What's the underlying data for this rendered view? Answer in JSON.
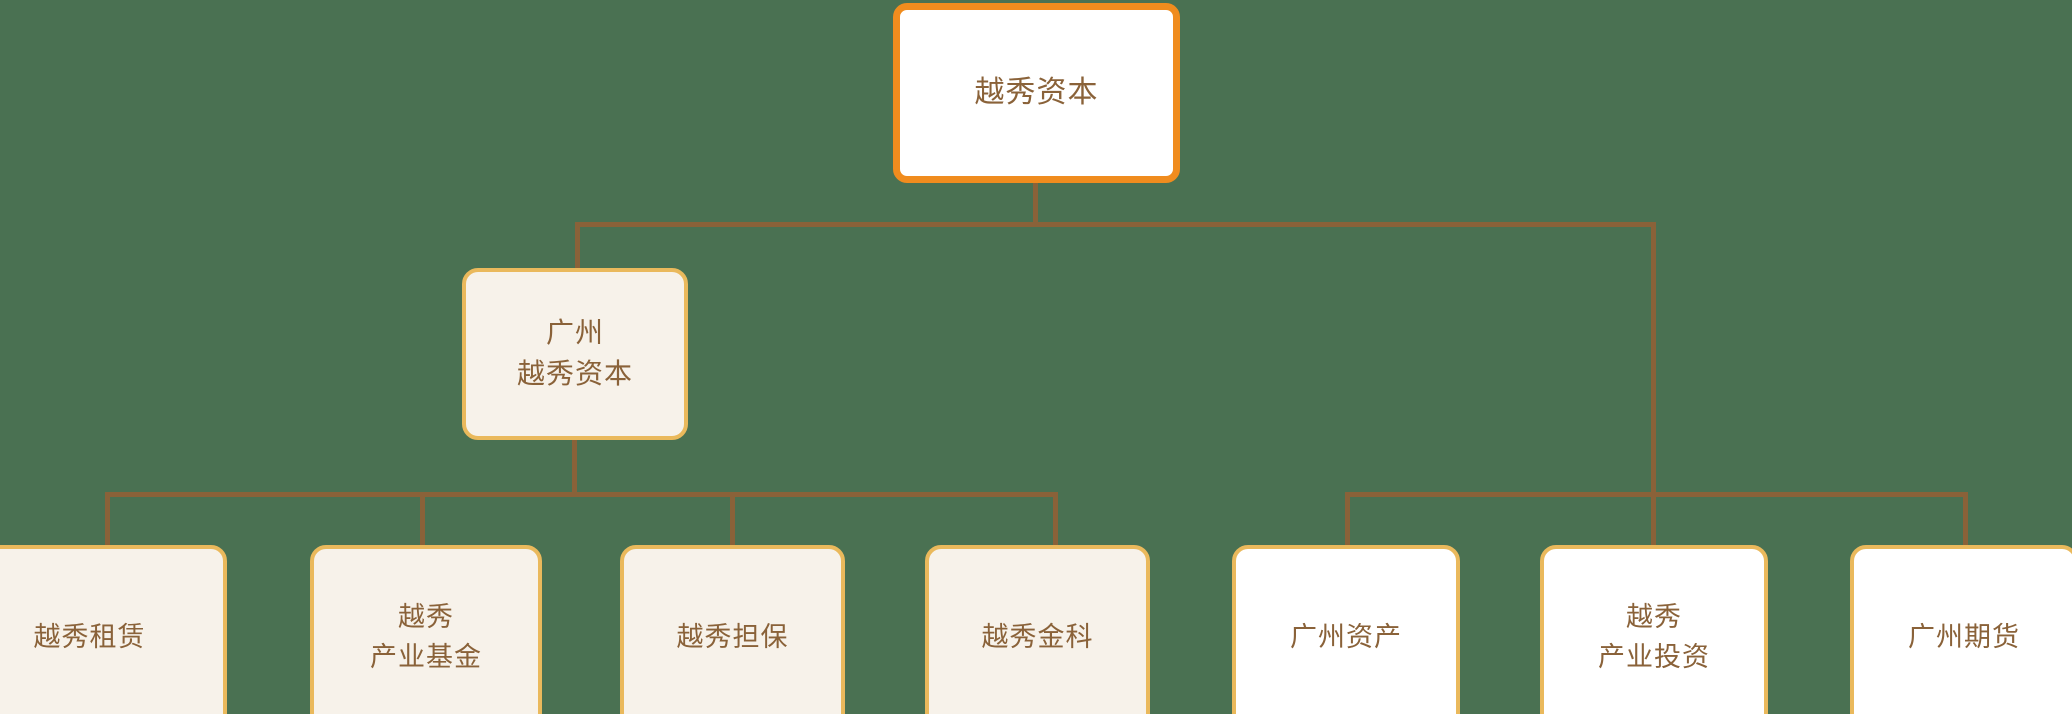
{
  "diagram": {
    "type": "organization-chart",
    "background_color": "#4a7152",
    "connector_color": "#8a6239",
    "text_color": "#8a6239"
  },
  "root": {
    "label": "越秀资本",
    "fill": "#ffffff",
    "border": "#f08c1e"
  },
  "branch": {
    "label": "广州\n越秀资本",
    "fill": "#f7f2ea",
    "border": "#eab95c"
  },
  "left_children": [
    {
      "label": "越秀租赁",
      "fill": "#f7f2ea",
      "border": "#eab95c"
    },
    {
      "label": "越秀\n产业基金",
      "fill": "#f7f2ea",
      "border": "#eab95c"
    },
    {
      "label": "越秀担保",
      "fill": "#f7f2ea",
      "border": "#eab95c"
    },
    {
      "label": "越秀金科",
      "fill": "#f7f2ea",
      "border": "#eab95c"
    }
  ],
  "right_children": [
    {
      "label": "广州资产",
      "fill": "#ffffff",
      "border": "#eab95c"
    },
    {
      "label": "越秀\n产业投资",
      "fill": "#ffffff",
      "border": "#eab95c"
    },
    {
      "label": "广州期货",
      "fill": "#ffffff",
      "border": "#eab95c"
    }
  ]
}
